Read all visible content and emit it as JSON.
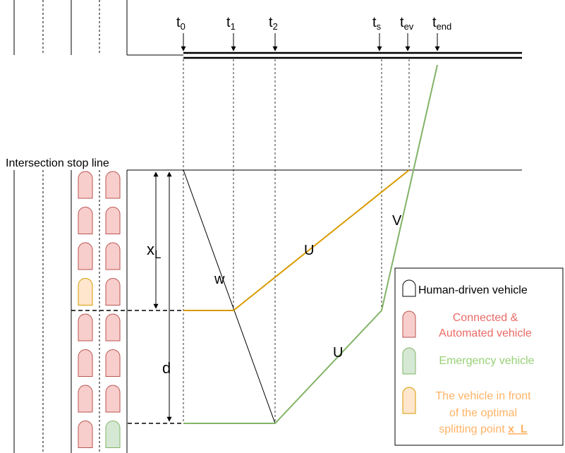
{
  "time_labels": {
    "t0": {
      "base": "t",
      "sub": "0"
    },
    "t1": {
      "base": "t",
      "sub": "1"
    },
    "t2": {
      "base": "t",
      "sub": "2"
    },
    "ts": {
      "base": "t",
      "sub": "s"
    },
    "tev": {
      "base": "t",
      "sub": "ev"
    },
    "tend": {
      "base": "t",
      "sub": "end"
    }
  },
  "stop_line_label": "Intersection stop line",
  "dim_xl": {
    "base": "x",
    "sub": "L"
  },
  "dim_d": "d",
  "wave_label": "w",
  "speed_label_u": "U",
  "speed_label_v": "V",
  "legend": {
    "human": "Human-driven vehicle",
    "cav_line1": "Connected &",
    "cav_line2": "Automated vehicle",
    "ev": "Emergency vehicle",
    "front_line1": "The vehicle in front",
    "front_line2": "of the optimal",
    "front_line3": "splitting point",
    "front_var": "x_L"
  },
  "colors": {
    "cav_fill": "#f8cecc",
    "cav_stroke": "#b85450",
    "ev_fill": "#d5e8d4",
    "ev_stroke": "#82b366",
    "front_fill": "#ffe6cc",
    "front_stroke": "#d79b00",
    "traj_orange": "#d79b00",
    "traj_green": "#82b366",
    "text_pink": "#ea6b66",
    "text_green": "#97d077",
    "text_orange": "#ffb366"
  },
  "left_lane": [
    "cav",
    "cav",
    "cav",
    "front",
    "cav",
    "cav",
    "cav",
    "cav"
  ],
  "right_lane": [
    "cav",
    "cav",
    "cav",
    "cav",
    "cav",
    "cav",
    "cav",
    "ev"
  ]
}
